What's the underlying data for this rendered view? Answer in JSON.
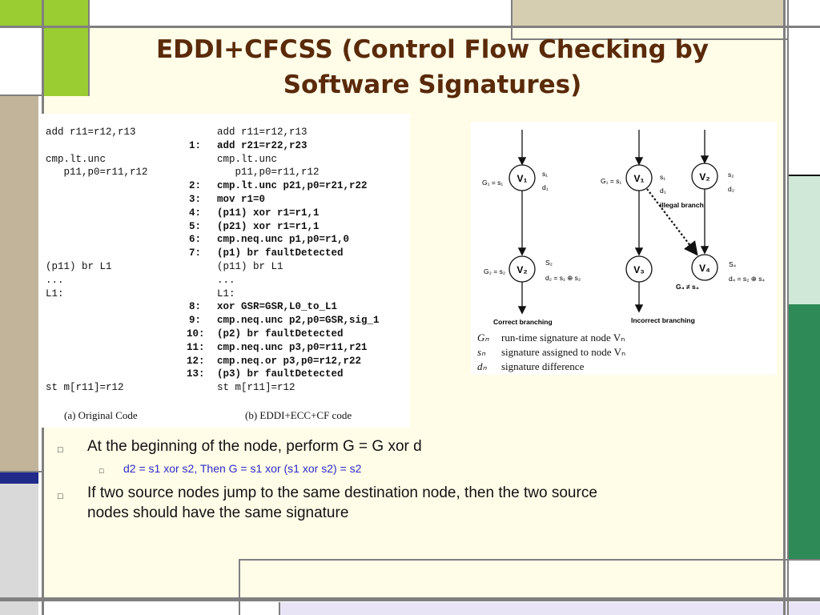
{
  "slide": {
    "title_line1": "EDDI+CFCSS (Control Flow Checking by",
    "title_line2": "Software Signatures)"
  },
  "code_figure": {
    "original": [
      "add r11=r12,r13",
      "cmp.lt.unc",
      "   p11,p0=r11,r12",
      "(p11) br L1",
      "...",
      "L1:",
      "st m[r11]=r12"
    ],
    "transformed": [
      {
        "num": "",
        "text": "add r11=r12,r13",
        "bold": false
      },
      {
        "num": "1:",
        "text": "add r21=r22,r23",
        "bold": true
      },
      {
        "num": "",
        "text": "cmp.lt.unc",
        "bold": false
      },
      {
        "num": "",
        "text": "   p11,p0=r11,r12",
        "bold": false
      },
      {
        "num": "2:",
        "text": "cmp.lt.unc p21,p0=r21,r22",
        "bold": true
      },
      {
        "num": "3:",
        "text": "mov r1=0",
        "bold": true
      },
      {
        "num": "4:",
        "text": "(p11) xor r1=r1,1",
        "bold": true
      },
      {
        "num": "5:",
        "text": "(p21) xor r1=r1,1",
        "bold": true
      },
      {
        "num": "6:",
        "text": "cmp.neq.unc p1,p0=r1,0",
        "bold": true
      },
      {
        "num": "7:",
        "text": "(p1) br faultDetected",
        "bold": true
      },
      {
        "num": "",
        "text": "(p11) br L1",
        "bold": false
      },
      {
        "num": "",
        "text": "...",
        "bold": false
      },
      {
        "num": "",
        "text": "L1:",
        "bold": false
      },
      {
        "num": "8:",
        "text": "xor GSR=GSR,L0_to_L1",
        "bold": true
      },
      {
        "num": "9:",
        "text": "cmp.neq.unc p2,p0=GSR,sig_1",
        "bold": true
      },
      {
        "num": "10:",
        "text": "(p2) br faultDetected",
        "bold": true
      },
      {
        "num": "11:",
        "text": "cmp.neq.unc p3,p0=r11,r21",
        "bold": true
      },
      {
        "num": "12:",
        "text": "cmp.neq.or p3,p0=r12,r22",
        "bold": true
      },
      {
        "num": "13:",
        "text": "(p3) br faultDetected",
        "bold": true
      },
      {
        "num": "",
        "text": "st m[r11]=r12",
        "bold": false
      }
    ],
    "caption_a": "(a) Original Code",
    "caption_b": "(b) EDDI+ECC+CF code"
  },
  "diagram": {
    "left": {
      "v1": "V₁",
      "v2": "V₂",
      "g1": "G₁ = s₁",
      "s1": "s₁",
      "d1": "d₁",
      "g2": "G₂ = s₂",
      "s2": "S₂",
      "d2": "d₂ = s₁ ⊕ s₂",
      "caption": "Correct branching"
    },
    "right": {
      "v1": "V₁",
      "v2": "V₂",
      "v3": "V₃",
      "v4": "V₄",
      "g1": "G₁ = s₁",
      "s1": "s₁",
      "d1": "d₁",
      "s2": "s₂",
      "d2": "d₂",
      "illegal": "illegal branch",
      "s4": "S₄",
      "d4": "d₄ = s₂ ⊕ s₄",
      "g4": "G₄ ≠ s₄",
      "caption": "Incorrect branching"
    },
    "legend": [
      {
        "sym": "Gₙ",
        "text": "run-time signature at node Vₙ"
      },
      {
        "sym": "sₙ",
        "text": "signature assigned to node Vₙ"
      },
      {
        "sym": "dₙ",
        "text": "signature difference"
      }
    ]
  },
  "bullets": {
    "b1": "At the beginning of the node, perform G = G xor d",
    "b1_sub": "d2 = s1 xor s2, Then G = s1 xor (s1 xor s2) = s2",
    "b2_line1": "If two source nodes jump to the same destination node, then the two source",
    "b2_line2": "nodes should have the same signature",
    "marker": "□"
  },
  "colors": {
    "title": "#5a2a0a",
    "sub_bullet": "#2b2bc7",
    "frame_gray": "#808080",
    "frame_lime": "#9acd32",
    "frame_green": "#2e8b57",
    "frame_navy": "#1f2a8a"
  }
}
